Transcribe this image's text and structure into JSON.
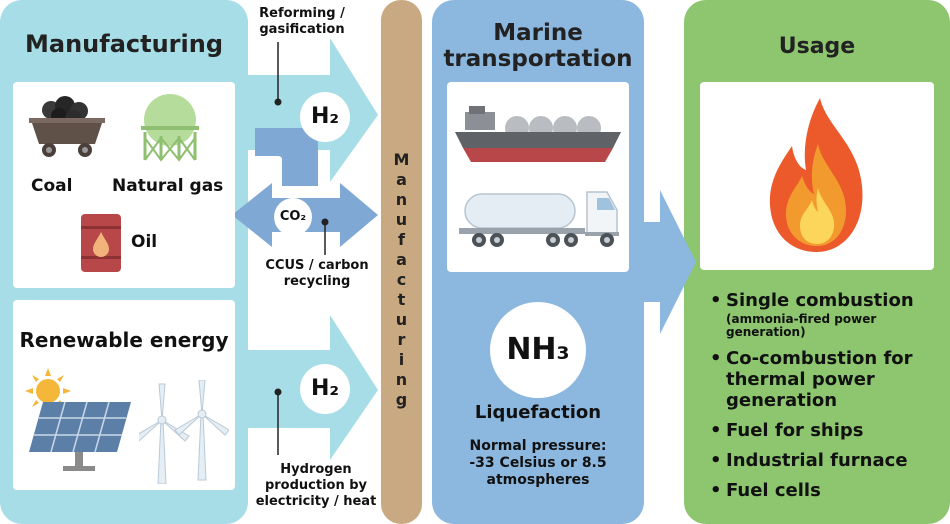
{
  "colors": {
    "manufacturing_panel": "#a7dde6",
    "marine_panel": "#8cb7df",
    "usage_panel": "#8dc66f",
    "bar": "#c9a982",
    "arrow_light": "#a7dde6",
    "arrow_blue": "#8cb7df",
    "co2_pipe": "#7fa8d4"
  },
  "manufacturing": {
    "title": "Manufacturing",
    "fossil": {
      "coal_label": "Coal",
      "gas_label": "Natural gas",
      "oil_label": "Oil",
      "icons": [
        "coal-cart-icon",
        "gas-tank-icon",
        "oil-barrel-icon"
      ]
    },
    "renewable": {
      "title": "Renewable energy",
      "icons": [
        "sun-icon",
        "solar-panel-icon",
        "wind-turbine-icon"
      ]
    }
  },
  "process": {
    "reforming_label": "Reforming / gasification",
    "h2_top": "H₂",
    "co2": "CO₂",
    "ccus_label": "CCUS / carbon recycling",
    "h2_bottom": "H₂",
    "electrolysis_label": "Hydrogen production by electricity / heat"
  },
  "bar_label": "Manufacturing",
  "marine": {
    "title": "Marine transportation",
    "nh3": "NH₃",
    "liquefaction": "Liquefaction",
    "conditions": "Normal pressure: -33 Celsius or 8.5 atmospheres",
    "icons": [
      "lng-ship-icon",
      "tanker-truck-icon"
    ]
  },
  "usage": {
    "title": "Usage",
    "icon": "flame-icon",
    "items": [
      {
        "label": "Single combustion",
        "sub": "(ammonia-fired power generation)"
      },
      {
        "label": "Co-combustion for thermal power generation",
        "sub": ""
      },
      {
        "label": "Fuel for ships",
        "sub": ""
      },
      {
        "label": "Industrial furnace",
        "sub": ""
      },
      {
        "label": "Fuel cells",
        "sub": ""
      }
    ]
  }
}
